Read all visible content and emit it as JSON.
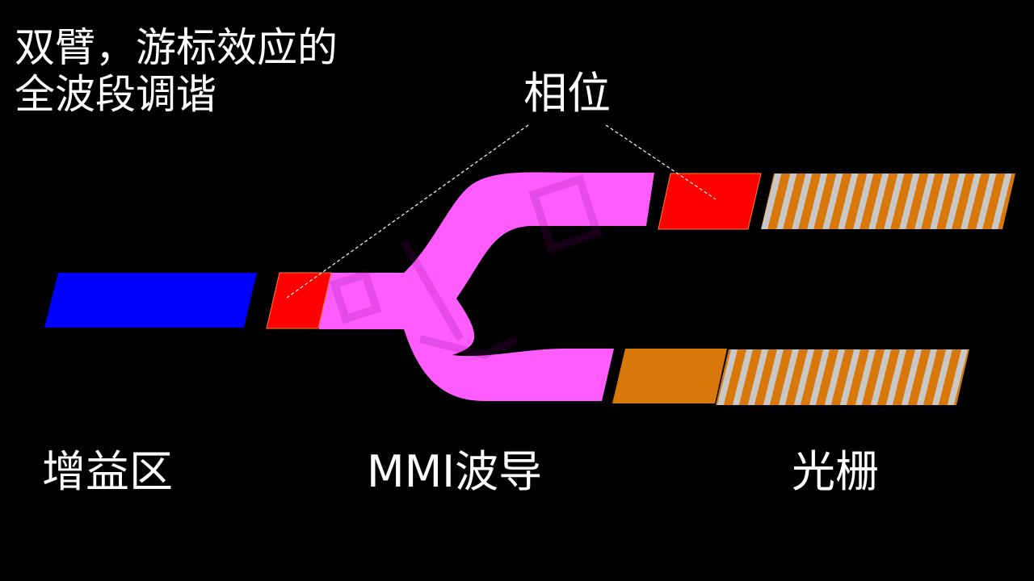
{
  "title": {
    "line1": "双臂，游标效应的",
    "line2": "全波段调谐"
  },
  "labels": {
    "phase": "相位",
    "gain_region": "增益区",
    "mmi_waveguide": "MMI波导",
    "grating": "光栅"
  },
  "colors": {
    "background": "#000000",
    "gain": "#0000ff",
    "phase": "#ff0000",
    "mmi": "#ff5cff",
    "grating_base": "#d9780a",
    "grating_stripe": "#c8c8c8",
    "text": "#ffffff"
  }
}
